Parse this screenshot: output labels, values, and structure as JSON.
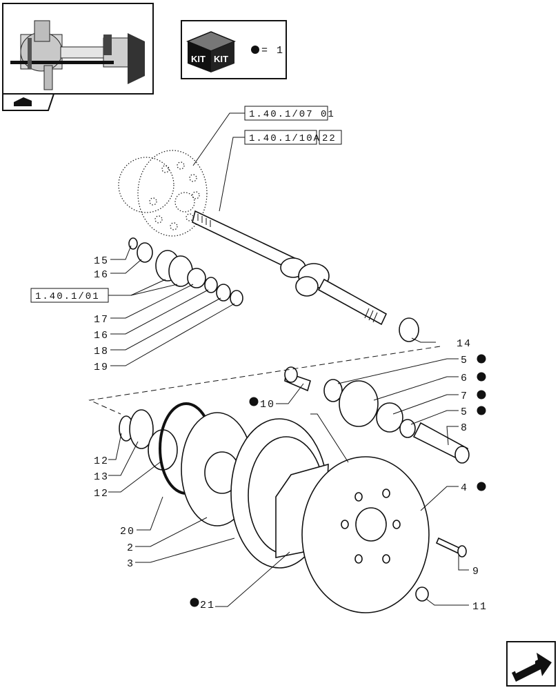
{
  "kit_legend": {
    "equals_text": "= 1",
    "kit_word_left": "KIT",
    "kit_word_right": "KIT"
  },
  "references": {
    "ref_a": "1.40.1/07 01",
    "ref_b": "1.40.1/10A",
    "ref_b_qty": "22",
    "ref_c": "1.40.1/01"
  },
  "callouts": [
    {
      "label": "15",
      "kit": false
    },
    {
      "label": "16",
      "kit": false
    },
    {
      "label": "17",
      "kit": false
    },
    {
      "label": "16",
      "kit": false
    },
    {
      "label": "18",
      "kit": false
    },
    {
      "label": "19",
      "kit": false
    },
    {
      "label": "14",
      "kit": false
    },
    {
      "label": "5",
      "kit": true
    },
    {
      "label": "6",
      "kit": true
    },
    {
      "label": "7",
      "kit": true
    },
    {
      "label": "5",
      "kit": true
    },
    {
      "label": "8",
      "kit": false
    },
    {
      "label": "10",
      "kit": true
    },
    {
      "label": "12",
      "kit": false
    },
    {
      "label": "13",
      "kit": false
    },
    {
      "label": "12",
      "kit": false
    },
    {
      "label": "20",
      "kit": false
    },
    {
      "label": "2",
      "kit": false
    },
    {
      "label": "3",
      "kit": false
    },
    {
      "label": "4",
      "kit": true
    },
    {
      "label": "9",
      "kit": false
    },
    {
      "label": "21",
      "kit": true
    },
    {
      "label": "11",
      "kit": false
    }
  ],
  "icons": {
    "thumbnail": "axle-assembly-thumbnail-icon",
    "book": "manual-book-icon",
    "kit_box": "kit-box-icon",
    "nav": "next-page-arrow-icon"
  },
  "colors": {
    "ink": "#111111",
    "paper": "#ffffff"
  }
}
